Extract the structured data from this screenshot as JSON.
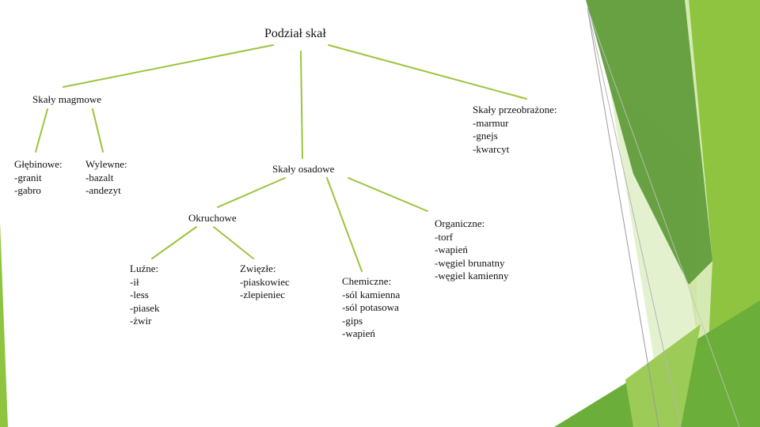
{
  "colors": {
    "connector": "#9dc43d",
    "green_dark": "#4e8f2a",
    "green_mid": "#6cae3a",
    "green_light": "#8fc440",
    "green_pale": "#c7e39a",
    "green_faint": "#e4f1cf"
  },
  "diagram": {
    "title": "Podział skał",
    "nodes": {
      "magmowe": [
        "Skały magmowe"
      ],
      "glebinowe": [
        "Głębinowe:",
        "-granit",
        "-gabro"
      ],
      "wylewne": [
        "Wylewne:",
        "-bazalt",
        "-andezyt"
      ],
      "osadowe": [
        "Skały osadowe"
      ],
      "przeobrazone": [
        "Skały przeobrażone:",
        "-marmur",
        "-gnejs",
        "-kwarcyt"
      ],
      "okruchowe": [
        "Okruchowe"
      ],
      "luzne": [
        "Luźne:",
        "-ił",
        "-less",
        "-piasek",
        "-żwir"
      ],
      "zwiezle": [
        "Zwięzłe:",
        "-piaskowiec",
        "-zlepieniec"
      ],
      "chemiczne": [
        "Chemiczne:",
        "-sól kamienna",
        "-sól potasowa",
        "-gips",
        "-wapień"
      ],
      "organiczne": [
        "Organiczne:",
        "-torf",
        "-wapień",
        "-węgiel brunatny",
        "-węgiel kamienny"
      ]
    }
  }
}
